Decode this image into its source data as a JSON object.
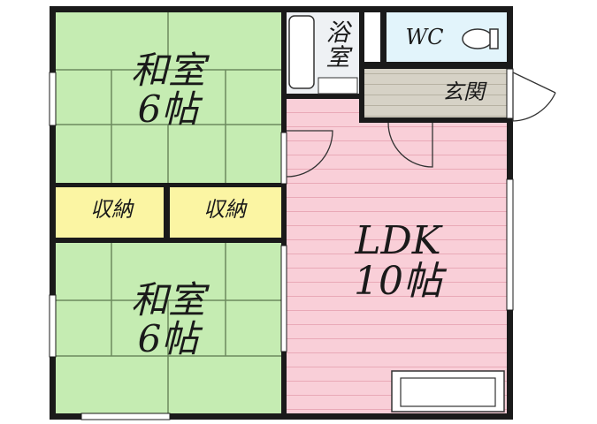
{
  "floor_plan": {
    "rooms": {
      "washitsu_top": {
        "name": "和室",
        "size": "6帖"
      },
      "washitsu_bottom": {
        "name": "和室",
        "size": "6帖"
      },
      "storage_left": {
        "name": "収納"
      },
      "storage_right": {
        "name": "収納"
      },
      "bath": {
        "name_line1": "浴",
        "name_line2": "室"
      },
      "wc": {
        "name": "WC"
      },
      "entrance": {
        "name": "玄関"
      },
      "ldk": {
        "name": "LDK",
        "size": "10帖"
      }
    },
    "colors": {
      "tatami": "#c5ecb2",
      "storage": "#fbf5a3",
      "ldk_floor": "#f9cfd8",
      "bath_floor": "#eef1f4",
      "wc_floor": "#e2f4fb",
      "entrance_floor": "#d6d2c6",
      "wall": "#1a1a1a"
    }
  }
}
